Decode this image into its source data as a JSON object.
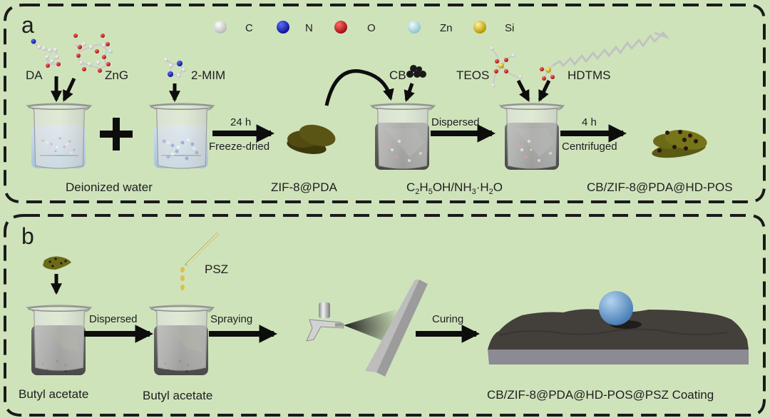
{
  "colors": {
    "background": "#cfe3bb",
    "border": "#1a1a1a",
    "atom_C": "#e6e6e6",
    "atom_N": "#1a2ad0",
    "atom_O": "#d81a1a",
    "atom_Zn": "#bfe4ec",
    "atom_Si": "#e3c81a",
    "water": "#b9d3e6",
    "dispersion": "#5b5b5b",
    "zif_flake": "#514b12",
    "coated_flake": "#6b6a17",
    "coating": "#433f3b",
    "substrate": "#8c8a93",
    "droplet": "#6e9cc9"
  },
  "panel_a": {
    "label": "a",
    "legend": [
      {
        "atom": "C",
        "color_key": "atom_C"
      },
      {
        "atom": "N",
        "color_key": "atom_N"
      },
      {
        "atom": "O",
        "color_key": "atom_O"
      },
      {
        "atom": "Zn",
        "color_key": "atom_Zn"
      },
      {
        "atom": "Si",
        "color_key": "atom_Si"
      }
    ],
    "reagents": {
      "da": "DA",
      "zng": "ZnG",
      "mim": "2-MIM",
      "cb": "CB",
      "teos": "TEOS",
      "hdtms": "HDTMS"
    },
    "arrows": {
      "step1_top": "24 h",
      "step1_bottom": "Freeze-dried",
      "step2_top": "Dispersed",
      "step3_top": "4 h",
      "step3_bottom": "Centrifuged"
    },
    "captions": {
      "water": "Deionized water",
      "zif": "ZIF-8@PDA",
      "solvent_parts": [
        "C",
        "2",
        "H",
        "5",
        "OH/NH",
        "3",
        "·H",
        "2",
        "O"
      ],
      "product": "CB/ZIF-8@PDA@HD-POS"
    }
  },
  "panel_b": {
    "label": "b",
    "reagents": {
      "psz": "PSZ"
    },
    "arrows": {
      "step1": "Dispersed",
      "step2": "Spraying",
      "step3": "Curing"
    },
    "captions": {
      "beaker1": "Butyl acetate",
      "beaker2": "Butyl acetate",
      "product": "CB/ZIF-8@PDA@HD-POS@PSZ Coating"
    }
  }
}
